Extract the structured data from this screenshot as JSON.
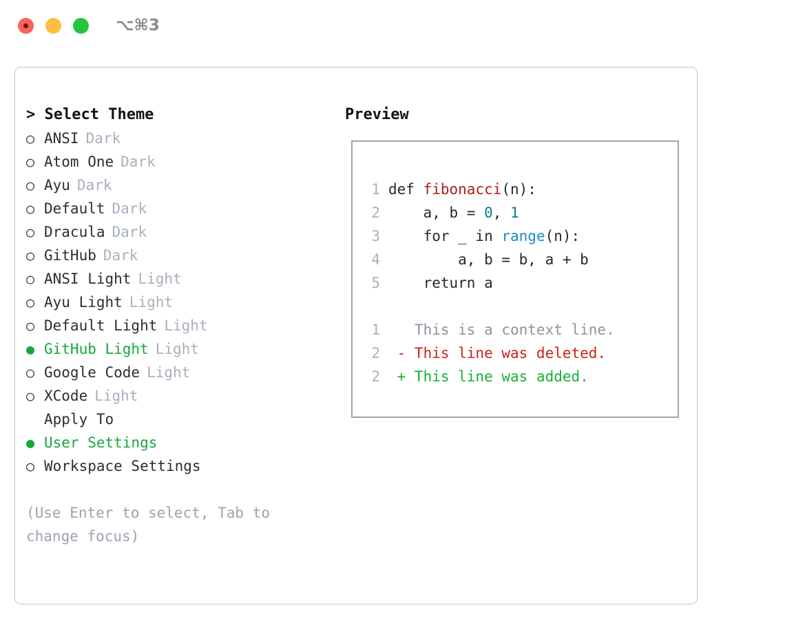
{
  "titlebar": {
    "traffic_lights": [
      "close-dot",
      "minimize-dot",
      "maximize-dot"
    ],
    "shortcut": "⌥⌘3",
    "colors": {
      "close": "#fb6158",
      "minimize": "#fbbe3f",
      "maximize": "#25c53f"
    }
  },
  "theme_selector": {
    "heading": "> Select Theme",
    "marker_selected": "●",
    "marker_unselected": "○",
    "items": [
      {
        "name": "ANSI",
        "kind": "Dark",
        "selected": false
      },
      {
        "name": "Atom One",
        "kind": "Dark",
        "selected": false
      },
      {
        "name": "Ayu",
        "kind": "Dark",
        "selected": false
      },
      {
        "name": "Default",
        "kind": "Dark",
        "selected": false
      },
      {
        "name": "Dracula",
        "kind": "Dark",
        "selected": false
      },
      {
        "name": "GitHub",
        "kind": "Dark",
        "selected": false
      },
      {
        "name": "ANSI Light",
        "kind": "Light",
        "selected": false
      },
      {
        "name": "Ayu Light",
        "kind": "Light",
        "selected": false
      },
      {
        "name": "Default Light",
        "kind": "Light",
        "selected": false
      },
      {
        "name": "GitHub Light",
        "kind": "Light",
        "selected": true
      },
      {
        "name": "Google Code",
        "kind": "Light",
        "selected": false
      },
      {
        "name": "XCode",
        "kind": "Light",
        "selected": false
      }
    ]
  },
  "apply_to": {
    "heading": "Apply To",
    "items": [
      {
        "name": "User Settings",
        "selected": true
      },
      {
        "name": "Workspace Settings",
        "selected": false
      }
    ]
  },
  "hint": "(Use Enter to select, Tab to change focus)",
  "preview": {
    "title": "Preview",
    "code_lines": [
      {
        "no": "1",
        "tokens": [
          {
            "t": "def ",
            "c": "plain"
          },
          {
            "t": "fibonacci",
            "c": "fn"
          },
          {
            "t": "(n):",
            "c": "plain"
          }
        ]
      },
      {
        "no": "2",
        "tokens": [
          {
            "t": "    a, b = ",
            "c": "plain"
          },
          {
            "t": "0",
            "c": "num"
          },
          {
            "t": ", ",
            "c": "plain"
          },
          {
            "t": "1",
            "c": "num"
          }
        ]
      },
      {
        "no": "3",
        "tokens": [
          {
            "t": "    for _ in ",
            "c": "plain"
          },
          {
            "t": "range",
            "c": "call"
          },
          {
            "t": "(n):",
            "c": "plain"
          }
        ]
      },
      {
        "no": "4",
        "tokens": [
          {
            "t": "        a, b = b, a + b",
            "c": "plain"
          }
        ]
      },
      {
        "no": "5",
        "tokens": [
          {
            "t": "    return a",
            "c": "plain"
          }
        ]
      }
    ],
    "diff_lines": [
      {
        "no": "1",
        "sign": "  ",
        "text": "This is a context line.",
        "c": "ctx"
      },
      {
        "no": "2",
        "sign": "- ",
        "text": "This line was deleted.",
        "c": "del"
      },
      {
        "no": "2",
        "sign": "+ ",
        "text": "This line was added.",
        "c": "add"
      }
    ]
  },
  "colors": {
    "selected_green": "#14a83c",
    "muted_gray": "#a8b0bd",
    "hint_gray": "#9aa3b0",
    "code_fn_red": "#a8201a",
    "code_num_teal": "#007f7f",
    "code_call_blue": "#1a8cc8",
    "diff_del_red": "#cc2118",
    "diff_add_green": "#14b338",
    "panel_border": "#c2c9d6",
    "preview_border": "#9aa5b5"
  }
}
